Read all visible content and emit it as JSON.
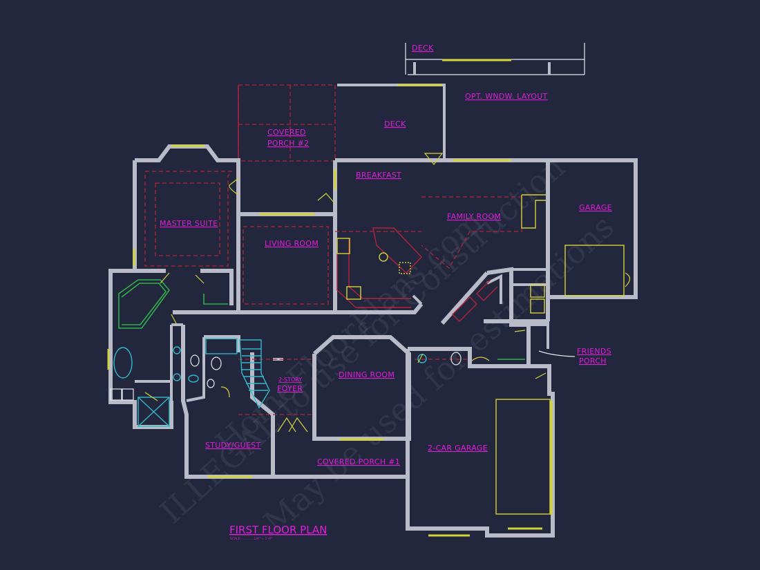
{
  "plan": {
    "title": "FIRST FLOOR PLAN",
    "scale_note": "SCALE: ............1/4\" = 1'-0\""
  },
  "rooms": {
    "deck_top": "DECK",
    "opt_window": "OPT. WNDW. LAYOUT",
    "covered_porch_2_line1": "COVERED",
    "covered_porch_2_line2": "PORCH #2",
    "deck": "DECK",
    "breakfast": "BREAKFAST",
    "family_room": "FAMILY ROOM",
    "garage": "GARAGE",
    "master_suite": "MASTER SUITE",
    "living_room": "LIVING ROOM",
    "friends_porch_line1": "FRIENDS",
    "friends_porch_line2": "PORCH",
    "foyer_line1": "2-STORY",
    "foyer_line2": "FOYER",
    "dining_room": "DINING ROOM",
    "study_guest": "STUDY/GUEST",
    "two_car_garage": "2-CAR GARAGE",
    "covered_porch_1": "COVERED PORCH #1"
  },
  "watermark": {
    "line1": "ILLEGAL to use for Construction",
    "line2": "HomeFloorPlans.com",
    "line3": "May be used for estimations"
  },
  "colors": {
    "background": "#22273d",
    "walls": "#b9bcc8",
    "labels": "#e21cdb",
    "windows": "#d4d23a",
    "dashed_lines": "#b32238",
    "landscape": "#2fb24a",
    "fixtures": "#32b9c9"
  }
}
